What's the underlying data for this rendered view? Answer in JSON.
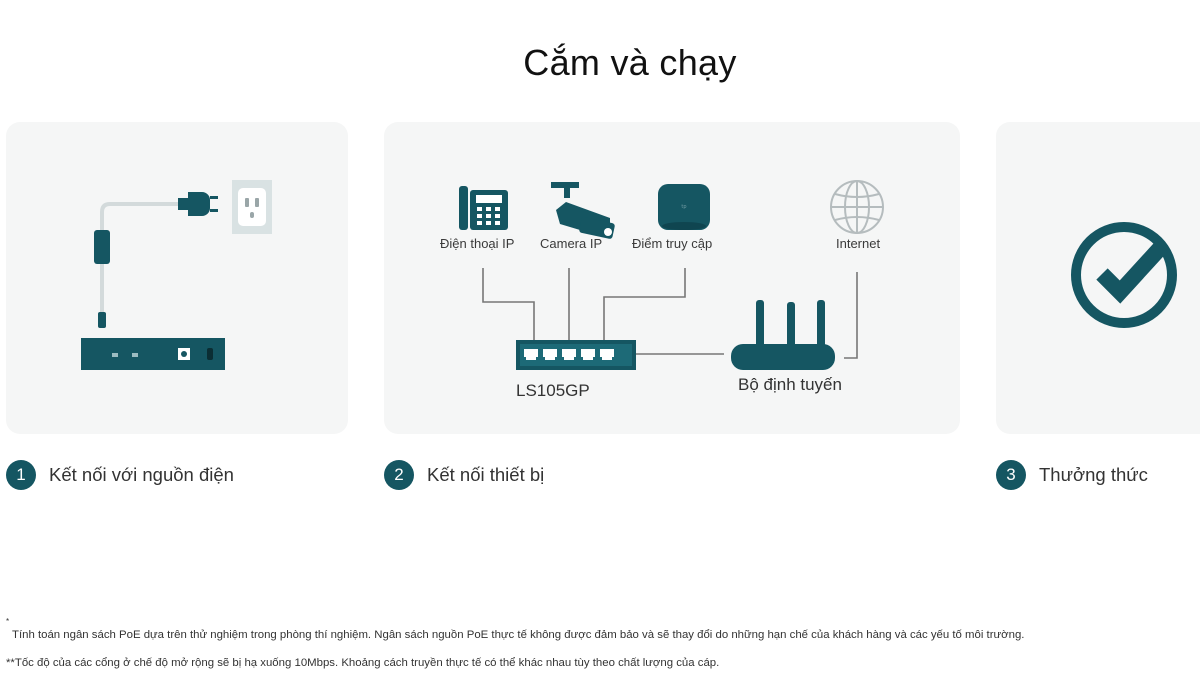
{
  "page": {
    "title": "Cắm và chạy"
  },
  "steps": [
    {
      "number": "1",
      "label": "Kết nối với nguồn điện"
    },
    {
      "number": "2",
      "label": "Kết nối thiết bị"
    },
    {
      "number": "3",
      "label": "Thưởng thức"
    }
  ],
  "diagram": {
    "devices": {
      "ip_phone": "Điện thoại IP",
      "ip_camera": "Camera IP",
      "access_point": "Điểm truy cập",
      "internet": "Internet"
    },
    "switch_model": "LS105GP",
    "router_label": "Bộ định tuyến"
  },
  "footnotes": {
    "marker": "*",
    "note_1": "Tính toán ngân sách PoE dựa trên thử nghiệm trong phòng thí nghiệm. Ngân sách nguồn PoE thực tế không được đảm bảo và sẽ thay đổi do những hạn chế của khách hàng và các yếu tố môi trường.",
    "note_2": "**Tốc độ của các cổng ở chế độ mở rộng sẽ bị hạ xuống 10Mbps. Khoảng cách truyền thực tế có thể khác nhau tùy theo chất lượng của cáp."
  },
  "colors": {
    "brand_teal": "#155662",
    "card_background": "#f5f6f6",
    "line_gray": "#777777"
  }
}
